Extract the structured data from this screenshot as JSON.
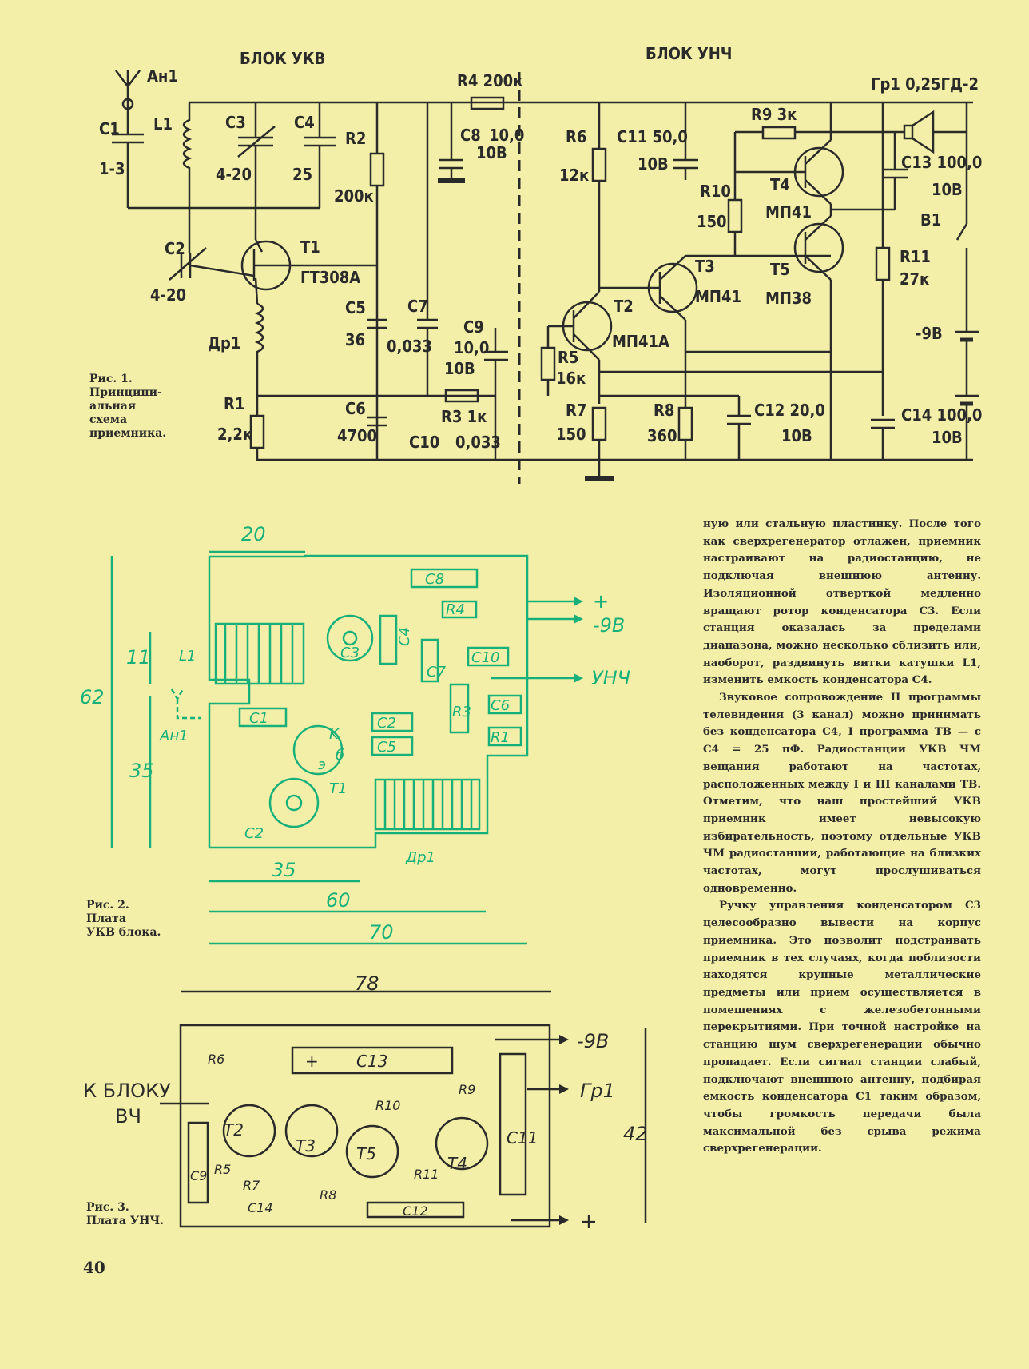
{
  "schematic": {
    "block_ukv": "БЛОК УКВ",
    "block_unch": "БЛОК УНЧ",
    "labels": {
      "an1": "Ан1",
      "c1": "C1",
      "c1v": "1-3",
      "l1": "L1",
      "c3": "C3",
      "c3v": "4-20",
      "c4": "C4",
      "c4v": "25",
      "r2": "R2",
      "r2v": "200к",
      "c2": "C2",
      "c2v": "4-20",
      "t1": "T1",
      "t1v": "ГТ308А",
      "dr1": "Др1",
      "r1": "R1",
      "r1v": "2,2к",
      "c5": "C5",
      "c5v": "36",
      "c6": "C6",
      "c6v": "4700",
      "c7": "C7",
      "c7v": "0,033",
      "r4": "R4 200к",
      "c8": "C8",
      "c8v": "10,0",
      "c8u": "10В",
      "c9": "C9",
      "c9v": "10,0",
      "c9u": "10В",
      "r3": "R3 1к",
      "c10": "C10",
      "c10v": "0,033",
      "r6": "R6",
      "r6v": "12к",
      "c11": "C11 50,0",
      "c11u": "10В",
      "t2": "T2",
      "t2v": "МП41А",
      "r5": "R5",
      "r5v": "16к",
      "r7": "R7",
      "r7v": "150",
      "r8": "R8",
      "r8v": "360",
      "c12": "C12 20,0",
      "c12u": "10В",
      "r10": "R10",
      "r10v": "150",
      "t3": "T3",
      "t3v": "МП41",
      "t4": "T4",
      "t4v": "МП41",
      "t5": "T5",
      "t5v": "МП38",
      "r9": "R9 3к",
      "gr1": "Гр1 0,25ГД-2",
      "c13": "C13 100,0",
      "c13u": "10В",
      "b1": "В1",
      "r11": "R11",
      "r11v": "27к",
      "bat": "-9В",
      "c14": "C14 100,0",
      "c14u": "10В"
    },
    "caption": [
      "Рис. 1.",
      "Принципи-",
      "альная",
      "схема",
      "приемника."
    ]
  },
  "board_ukv": {
    "dims": {
      "d20": "20",
      "d11": "11",
      "d62": "62",
      "d35v": "35",
      "d35h": "35",
      "d60": "60",
      "d70": "70"
    },
    "parts": {
      "c8": "C8",
      "r4": "R4",
      "c3": "C3",
      "c4": "C4",
      "l1": "L1",
      "c7": "C7",
      "c10": "C10",
      "r3": "R3",
      "c6": "C6",
      "c1": "C1",
      "c2p": "C2",
      "c5": "C5",
      "r1": "R1",
      "t1": "T1",
      "c2": "C2",
      "an1": "Ан1",
      "dr1": "Др1",
      "k": "K",
      "b": "б",
      "e": "э"
    },
    "out_plus": "+",
    "out_minus": "-9В",
    "out_unch": "УНЧ",
    "caption": [
      "Рис. 2.",
      "Плата",
      "УКВ блока."
    ]
  },
  "board_unch": {
    "dims": {
      "d78": "78",
      "d42": "42"
    },
    "parts": {
      "r6": "R6",
      "c13": "C13",
      "r10": "R10",
      "r9": "R9",
      "t2": "T2",
      "t3": "T3",
      "t5": "T5",
      "t4": "T4",
      "c9": "C9",
      "r5": "R5",
      "r7": "R7",
      "c14": "C14",
      "r8": "R8",
      "c12": "C12",
      "r11": "R11",
      "c11": "C11"
    },
    "k_bloku": "К БЛОКУ",
    "vch": "ВЧ",
    "minus9": "-9В",
    "gr1": "Гр1",
    "plus": "+",
    "caption": [
      "Рис. 3.",
      "Плата УНЧ."
    ]
  },
  "text_column": [
    "ную или стальную пластинку. После того как сверхрегенератор отлажен, приемник настраивают на радиостанцию, не подключая внешнюю антенну. Изоляционной отверткой медленно вращают ротор конденсатора C3. Если станция оказалась за пределами диапазона, можно несколько сблизить или, наоборот, раздвинуть витки катушки L1, изменить емкость конденсатора C4.",
    "Звуковое сопровождение II программы телевидения (3 канал) можно принимать без конденсатора C4, I программа ТВ — с C4 = 25 пФ. Радиостанции УКВ ЧМ вещания работают на частотах, расположенных между I и III каналами ТВ. Отметим, что наш простейший УКВ приемник имеет невысокую избирательность, поэтому отдельные УКВ ЧМ радиостанции, работающие на близких частотах, могут прослушиваться одновременно.",
    "Ручку управления конденсатором C3 целесообразно вывести на корпус приемника. Это позволит подстраивать приемник в тех случаях, когда поблизости находятся крупные металлические предметы или прием осуществляется в помещениях с железобетонными перекрытиями. При точной настройке на станцию шум сверхрегенерации обычно пропадает. Если сигнал станции слабый, подключают внешнюю антенну, подбирая емкость конденсатора C1 таким образом, чтобы громкость передачи была максимальной без срыва режима сверхрегенерации."
  ],
  "page_number": "40",
  "colors": {
    "paper": "#f4efa8",
    "ink": "#2a2a2a",
    "green": "#17b07a"
  }
}
